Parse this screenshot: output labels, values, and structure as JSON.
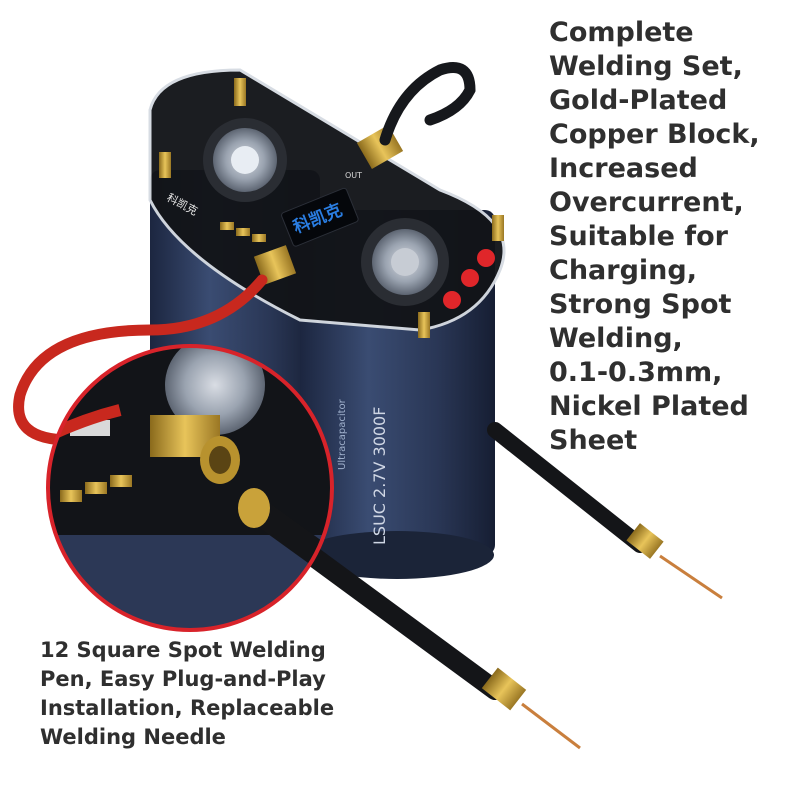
{
  "captions": {
    "right": "Complete\nWelding Set,\nGold-Plated\nCopper Block,\nIncreased\nOvercurrent,\nSuitable for\nCharging,\nStrong Spot\nWelding,\n0.1-0.3mm,\nNickel Plated\nSheet",
    "bottom": "12 Square Spot Welding\nPen, Easy Plug-and-Play\nInstallation, Replaceable\nWelding Needle"
  },
  "device": {
    "oled_text": "科凯克",
    "board_mark": "科凯克",
    "capacitor_label": "LSUC 2.7V 3000F",
    "capacitor_side_text": "Ultracapacitor",
    "out_label": "OUT"
  },
  "colors": {
    "capacitor_body": "#2e3d5c",
    "pcb": "#121418",
    "gold": "#c9a23a",
    "cable_red": "#c8281e",
    "base_blue": "#2b57c8",
    "oled_text": "#2a7de1",
    "inset_ring": "#d8232a"
  }
}
